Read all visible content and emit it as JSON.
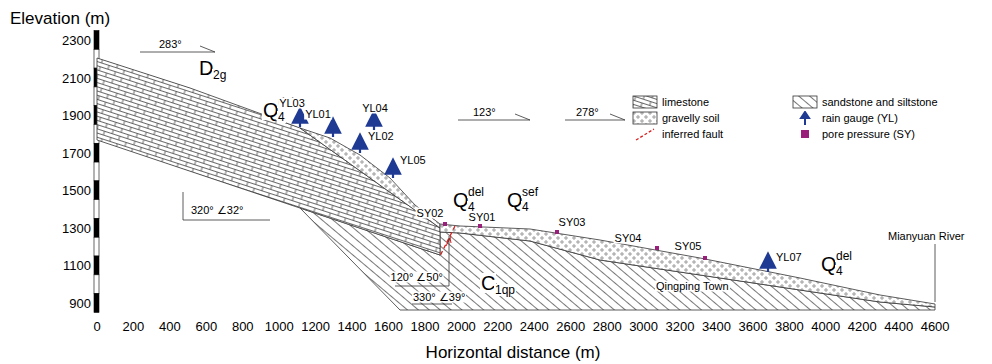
{
  "diagram": {
    "labels": [
      "Elevation (m)",
      "2300",
      "2100",
      "1900",
      "1700",
      "1500",
      "1300",
      "1100",
      "900",
      "0",
      "200",
      "400",
      "600",
      "800",
      "1000",
      "1200",
      "1400",
      "1600",
      "1800",
      "2000",
      "2200",
      "2400",
      "2600",
      "2800",
      "3000",
      "3200",
      "3400",
      "3600",
      "3800",
      "4000",
      "4200",
      "4400",
      "4600",
      "Horizontal distance (m)",
      "283°",
      "123°",
      "278°",
      "D",
      "2g",
      "Q",
      "4",
      "del",
      "YL03",
      "YL01",
      "YL04",
      "YL02",
      "YL05",
      "320° ∠32°",
      "SY02",
      "Q",
      "4",
      "del",
      "Q",
      "4",
      "sef",
      "SY01",
      "SY03",
      "SY04",
      "SY05",
      "YL07",
      "120° ∠50°",
      "330° ∠39°",
      "C",
      "1qp",
      "Q",
      "4",
      "del",
      "Qingping Town",
      "Mianyuan River"
    ],
    "legend": [
      {
        "text": "limestone"
      },
      {
        "text": "sandstone and siltstone"
      },
      {
        "text": "gravelly soil"
      },
      {
        "text": "rain gauge (YL)"
      },
      {
        "text": "inferred fault"
      },
      {
        "text": "pore pressure (SY)",
        "color": "#9a1f7a"
      }
    ]
  }
}
